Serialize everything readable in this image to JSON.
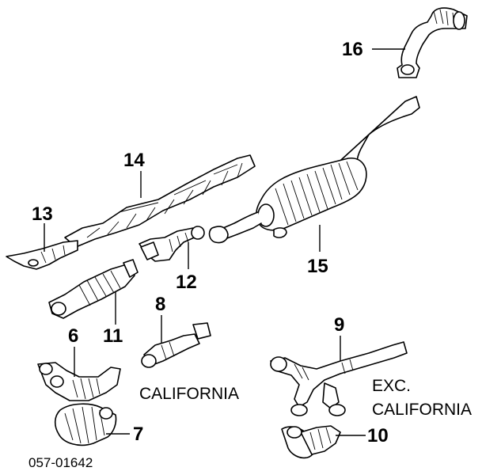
{
  "callouts": {
    "c6": "6",
    "c7": "7",
    "c8": "8",
    "c9": "9",
    "c10": "10",
    "c11": "11",
    "c12": "12",
    "c13": "13",
    "c14": "14",
    "c15": "15",
    "c16": "16"
  },
  "notes": {
    "california": "CALIFORNIA",
    "exc_line1": "EXC.",
    "exc_line2": "CALIFORNIA"
  },
  "diagram_code": "057-01642",
  "colors": {
    "line": "#000000",
    "background": "#ffffff"
  }
}
